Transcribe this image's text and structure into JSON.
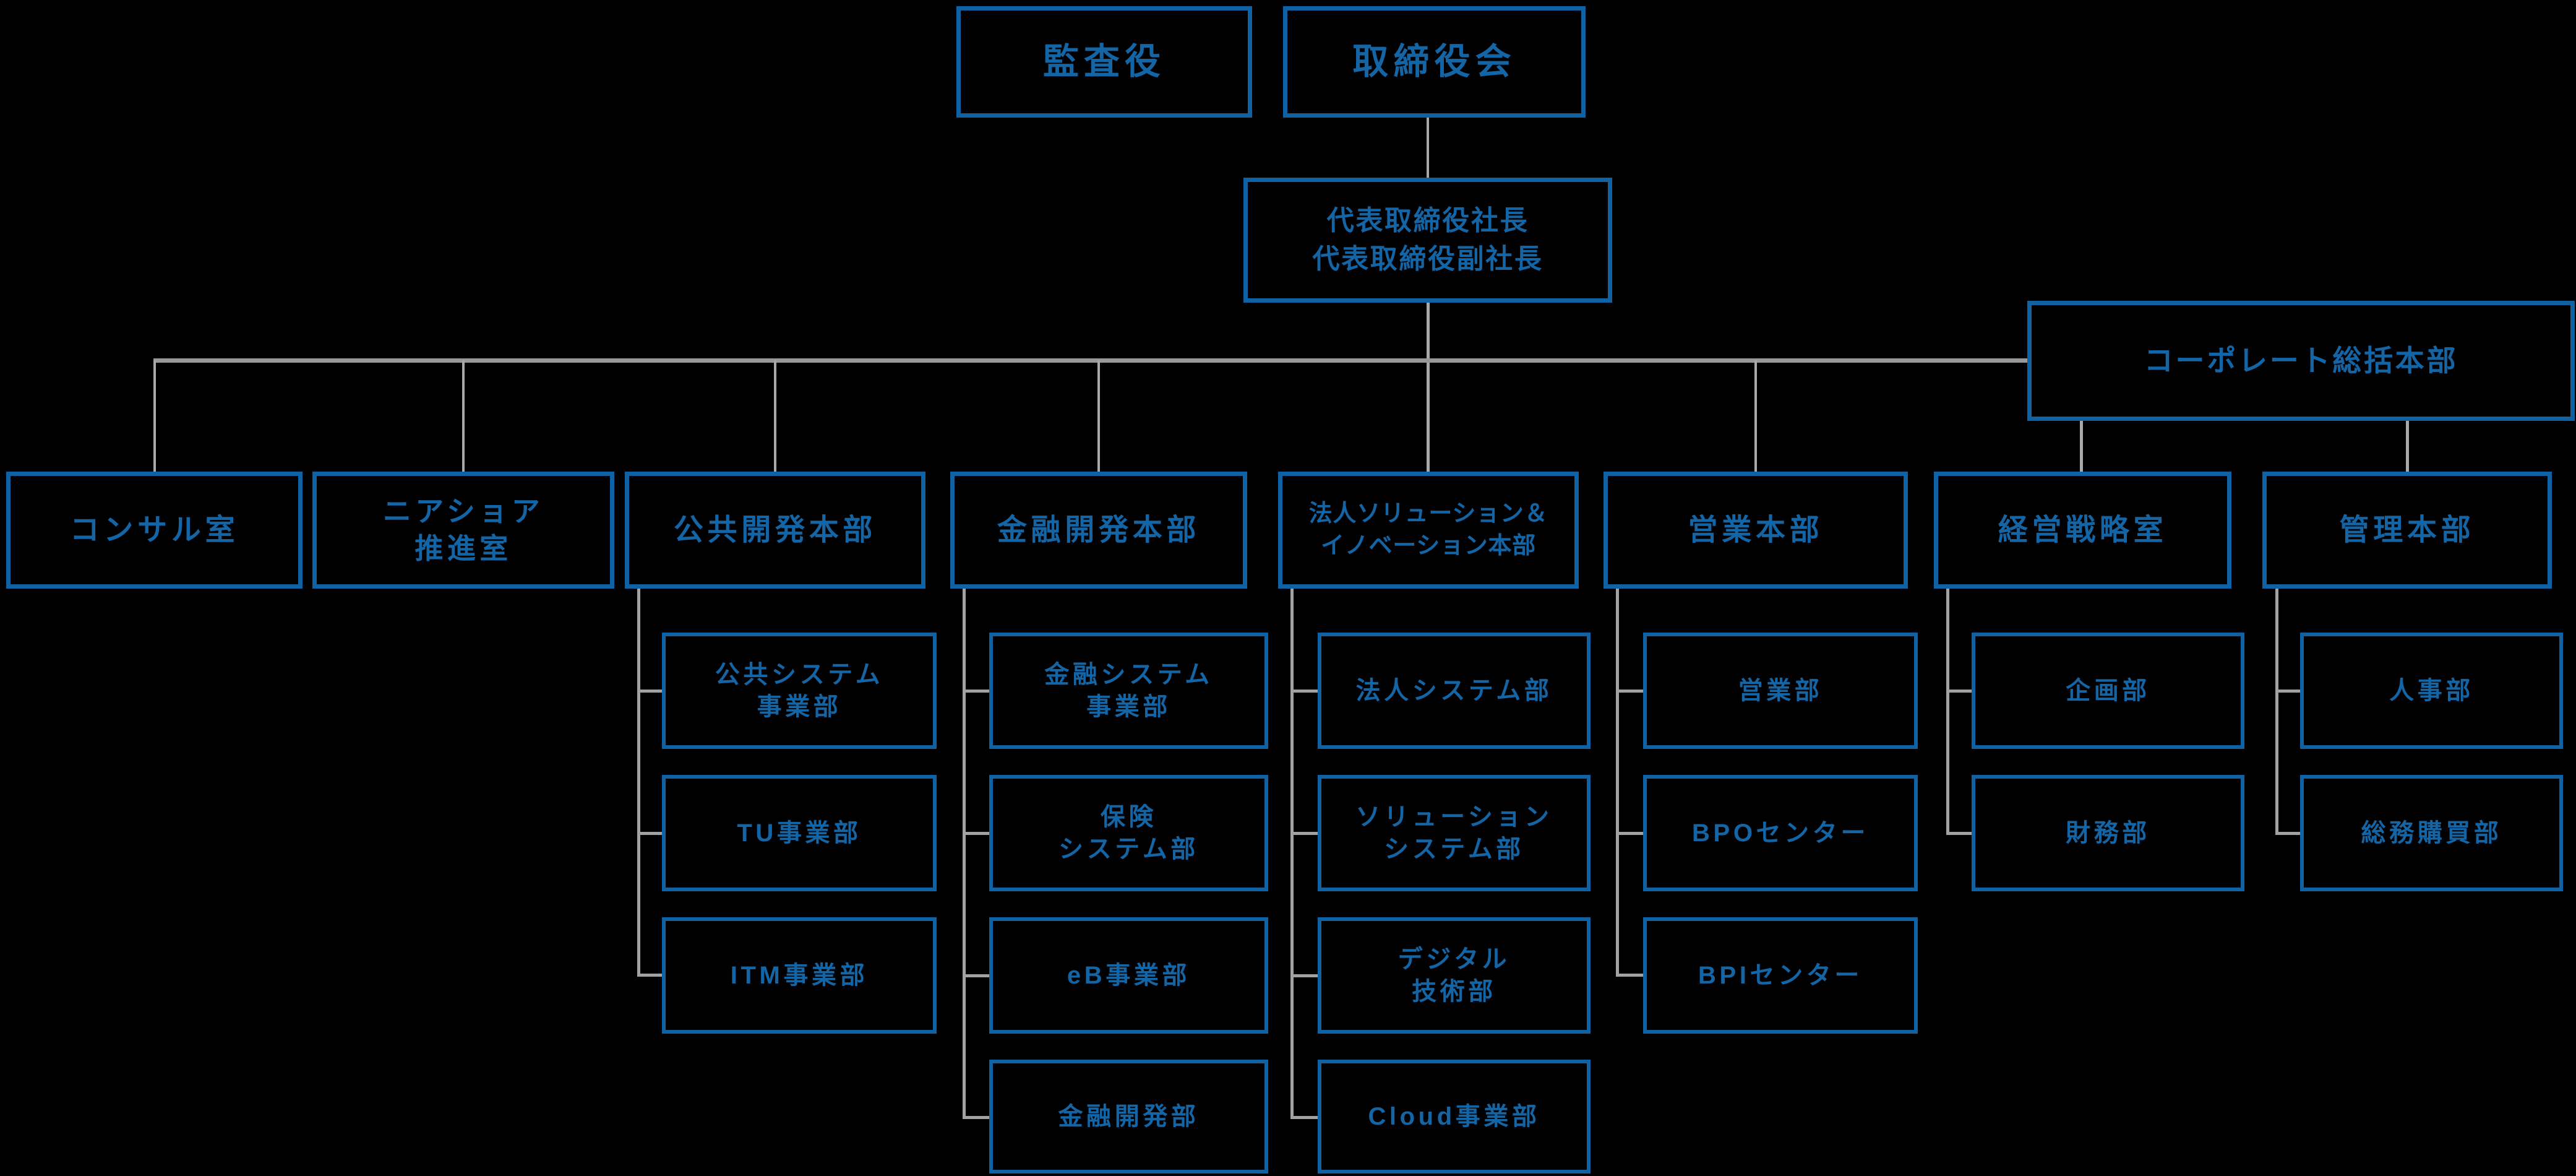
{
  "title": "組織図",
  "colors": {
    "background": "#000000",
    "box_border": "#0f62a3",
    "box_text": "#1365a6",
    "connector_trunk": "#989898",
    "connector_drop": "#a8a8a8",
    "connector_tree": "#a2a2a2"
  },
  "nodes": {
    "auditor": {
      "line1": "監査役"
    },
    "board": {
      "line1": "取締役会"
    },
    "president": {
      "line1": "代表取締役社長",
      "line2": "代表取締役副社長"
    },
    "corporate": {
      "line1": "コーポレート総括本部"
    },
    "consul": {
      "line1": "コンサル室"
    },
    "nearshore": {
      "line1": "ニアショア",
      "line2": "推進室"
    },
    "public": {
      "line1": "公共開発本部"
    },
    "public_c1": {
      "line1": "公共システム",
      "line2": "事業部"
    },
    "public_c2": {
      "line1": "TU事業部"
    },
    "public_c3": {
      "line1": "ITM事業部"
    },
    "finance": {
      "line1": "金融開発本部"
    },
    "finance_c1": {
      "line1": "金融システム",
      "line2": "事業部"
    },
    "finance_c2": {
      "line1": "保険",
      "line2": "システム部"
    },
    "finance_c3": {
      "line1": "eB事業部"
    },
    "finance_c4": {
      "line1": "金融開発部"
    },
    "solution": {
      "line1": "法人ソリューション＆",
      "line2": "イノベーション本部"
    },
    "solution_c1": {
      "line1": "法人システム部"
    },
    "solution_c2": {
      "line1": "ソリューション",
      "line2": "システム部"
    },
    "solution_c3": {
      "line1": "デジタル",
      "line2": "技術部"
    },
    "solution_c4": {
      "line1": "Cloud事業部"
    },
    "sales": {
      "line1": "営業本部"
    },
    "sales_c1": {
      "line1": "営業部"
    },
    "sales_c2": {
      "line1": "BPOセンター"
    },
    "sales_c3": {
      "line1": "BPIセンター"
    },
    "strategy": {
      "line1": "経営戦略室"
    },
    "strategy_c1": {
      "line1": "企画部"
    },
    "strategy_c2": {
      "line1": "財務部"
    },
    "admin": {
      "line1": "管理本部"
    },
    "admin_c1": {
      "line1": "人事部"
    },
    "admin_c2": {
      "line1": "総務購買部"
    }
  }
}
